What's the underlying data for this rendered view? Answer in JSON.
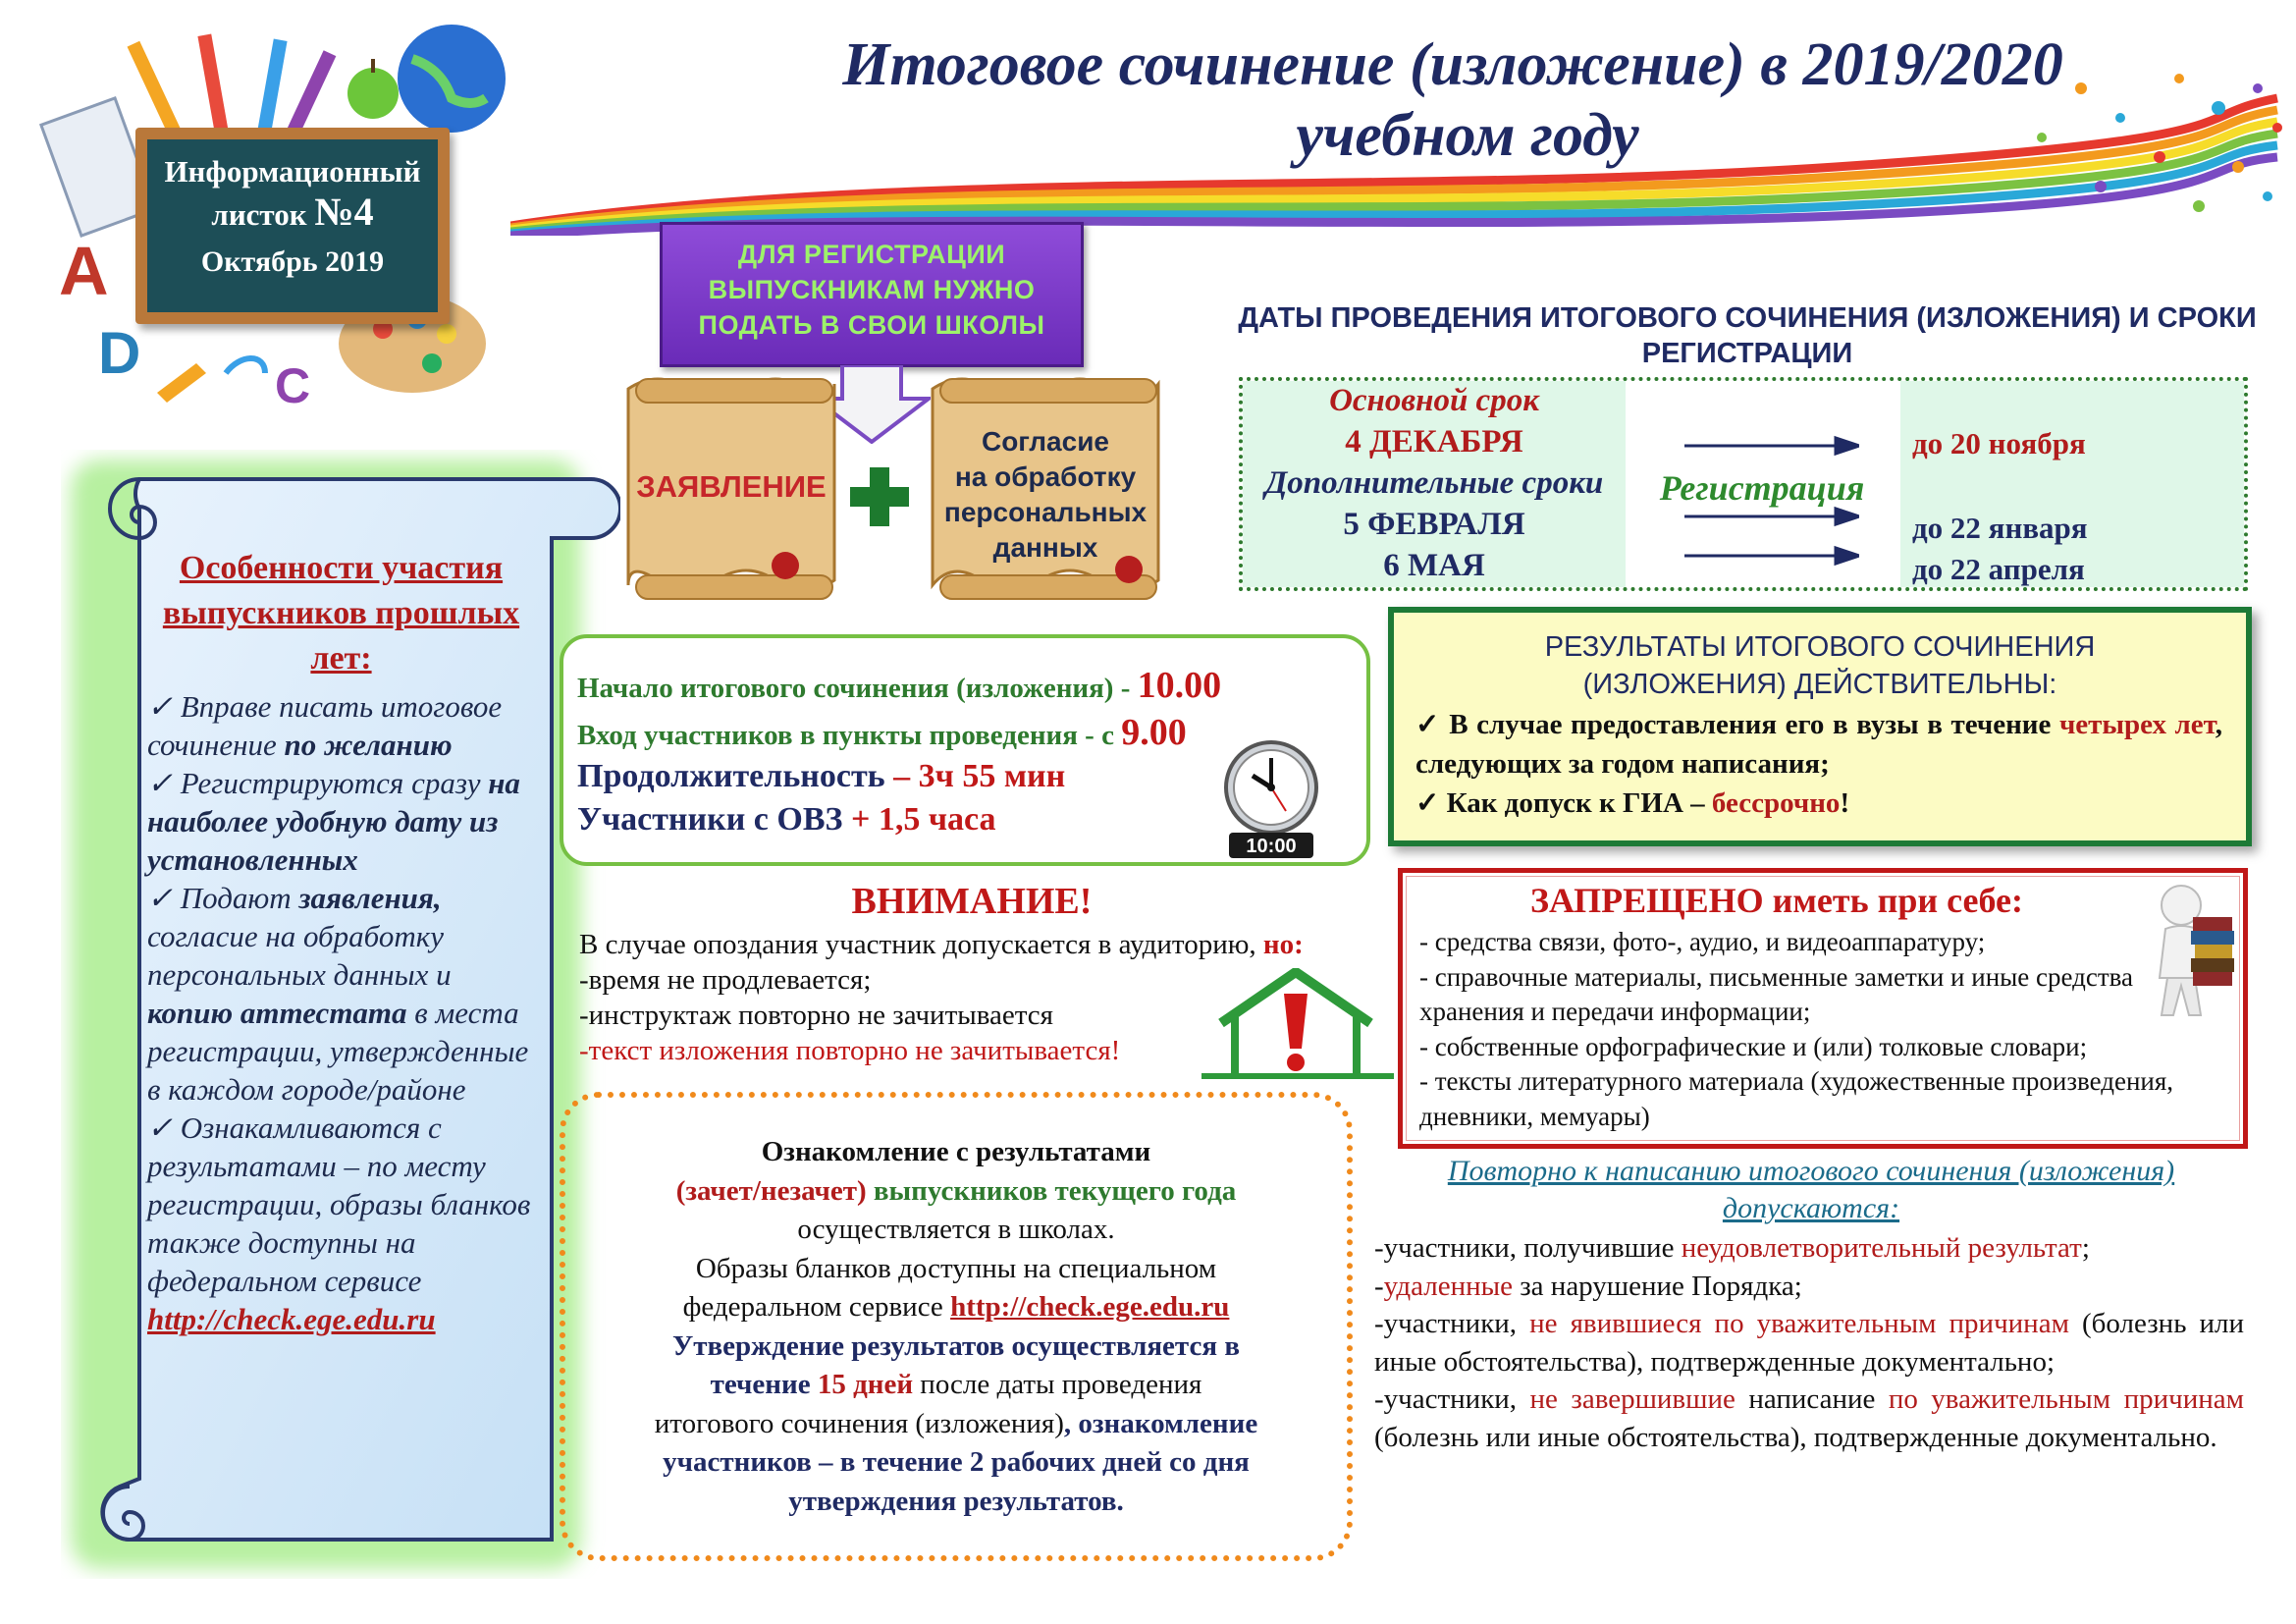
{
  "title": {
    "line1": "Итоговое сочинение (изложение) в 2019/2020",
    "line2": "учебном году"
  },
  "chalkboard": {
    "line1a": "Информационный",
    "line1b": "листок",
    "number": "№4",
    "date": "Октябрь 2019"
  },
  "registration": {
    "banner": "ДЛЯ РЕГИСТРАЦИИ ВЫПУСКНИКАМ НУЖНО ПОДАТЬ В СВОИ ШКОЛЫ",
    "doc1": "ЗАЯВЛЕНИЕ",
    "doc2_l1": "Согласие",
    "doc2_l2": "на обработку",
    "doc2_l3": "персональных",
    "doc2_l4": "данных"
  },
  "dates": {
    "heading": "ДАТЫ ПРОВЕДЕНИЯ ИТОГОВОГО СОЧИНЕНИЯ (ИЗЛОЖЕНИЯ) И СРОКИ РЕГИСТРАЦИИ",
    "main_label": "Основной срок",
    "main_date": "4 ДЕКАБРЯ",
    "extra_label": "Дополнительные сроки",
    "extra_date1": "5 ФЕВРАЛЯ",
    "extra_date2": "6 МАЯ",
    "registration_word": "Регистрация",
    "deadline1": "до 20 ноября",
    "deadline2": "до 22 января",
    "deadline3": "до 22 апреля"
  },
  "left_panel": {
    "heading": "Особенности участия выпускников прошлых лет:",
    "i1_a": "Вправе писать итоговое сочинение ",
    "i1_b": "по желанию",
    "i2_a": "Регистрируются сразу ",
    "i2_b": "на наиболее удобную дату из установленных",
    "i3_a": "Подают ",
    "i3_b": "заявления,",
    "i3_c": " согласие на обработку персональных данных и ",
    "i3_d": "копию аттестата",
    "i3_e": " в места регистрации, утвержденные в каждом городе/районе",
    "i4": "Ознакамливаются с результатами – по месту регистрации, образы бланков также доступны на федеральном сервисе",
    "link": "http://check.ege.edu.ru"
  },
  "timing": {
    "start_label": "Начало итогового сочинения (изложения) - ",
    "start_value": "10.00",
    "entry_label": "Вход участников в пункты проведения - с ",
    "entry_value": "9.00",
    "duration_label": "Продолжительность ",
    "duration_value": "– 3ч 55 мин",
    "ovz_label": "Участники с ОВЗ ",
    "ovz_value": "+ 1,5 часа",
    "clock_text": "10:00"
  },
  "attention": {
    "title": "ВНИМАНИЕ!",
    "line1_a": "В случае опоздания участник допускается в аудиторию, ",
    "line1_b": "но:",
    "line2": "-время не продлевается;",
    "line3": "-инструктаж повторно не зачитывается",
    "line4": "-текст изложения повторно не зачитывается!"
  },
  "results": {
    "l1": "Ознакомление с результатами",
    "l2_a": "(зачет/незачет)",
    "l2_b": " выпускников текущего года",
    "l3": "осуществляется в школах.",
    "l4": "Образы бланков доступны на специальном",
    "l5_a": "федеральном сервисе ",
    "l5_b": "http://check.ege.edu.ru",
    "l6": "Утверждение результатов осуществляется в",
    "l7_a": "течение ",
    "l7_b": "15 дней",
    "l7_c": " после даты проведения",
    "l8_a": "итогового сочинения (изложения)",
    "l8_b": ", ознакомление",
    "l9": "участников – в течение 2 рабочих дней со дня",
    "l10": "утверждения результатов."
  },
  "validity": {
    "title_l1": "РЕЗУЛЬТАТЫ ИТОГОВОГО СОЧИНЕНИЯ",
    "title_l2": "(ИЗЛОЖЕНИЯ) ДЕЙСТВИТЕЛЬНЫ:",
    "item1_a": "В случае предоставления его в вузы в течение ",
    "item1_b": "четырех лет",
    "item1_c": ", следующих за годом написания;",
    "item2_a": "Как допуск к ГИА – ",
    "item2_b": "бессрочно",
    "item2_c": "!"
  },
  "forbidden": {
    "title": "ЗАПРЕЩЕНО иметь при себе:",
    "item1": "- средства связи, фото-, аудио, и видеоаппаратуру;",
    "item2": "- справочные материалы, письменные заметки и иные средства хранения и передачи информации;",
    "item3": "- собственные орфографические и (или) толковые словари;",
    "item4": "- тексты литературного материала (художественные произведения, дневники, мемуары)"
  },
  "retake": {
    "title": "Повторно к написанию итогового сочинения (изложения) допускаются:",
    "r1_a": "-участники, получившие ",
    "r1_b": "неудовлетворительный результат",
    "r1_c": ";",
    "r2_a": "-",
    "r2_b": "удаленные",
    "r2_c": " за нарушение Порядка;",
    "r3_a": "-участники, ",
    "r3_b": "не явившиеся по уважительным причинам",
    "r3_c": " (болезнь или иные обстоятельства), подтвержденные документально;",
    "r4_a": "-участники, ",
    "r4_b": "не завершившие",
    "r4_c": " написание ",
    "r4_d": "по уважительным причинам",
    "r4_e": " (болезнь или иные обстоятельства), подтвержденные документально."
  },
  "colors": {
    "navy": "#1f2a63",
    "red": "#b11c1c",
    "green": "#2e7a2e",
    "purple": "#6a2bb8",
    "orange": "#f08a1c"
  }
}
